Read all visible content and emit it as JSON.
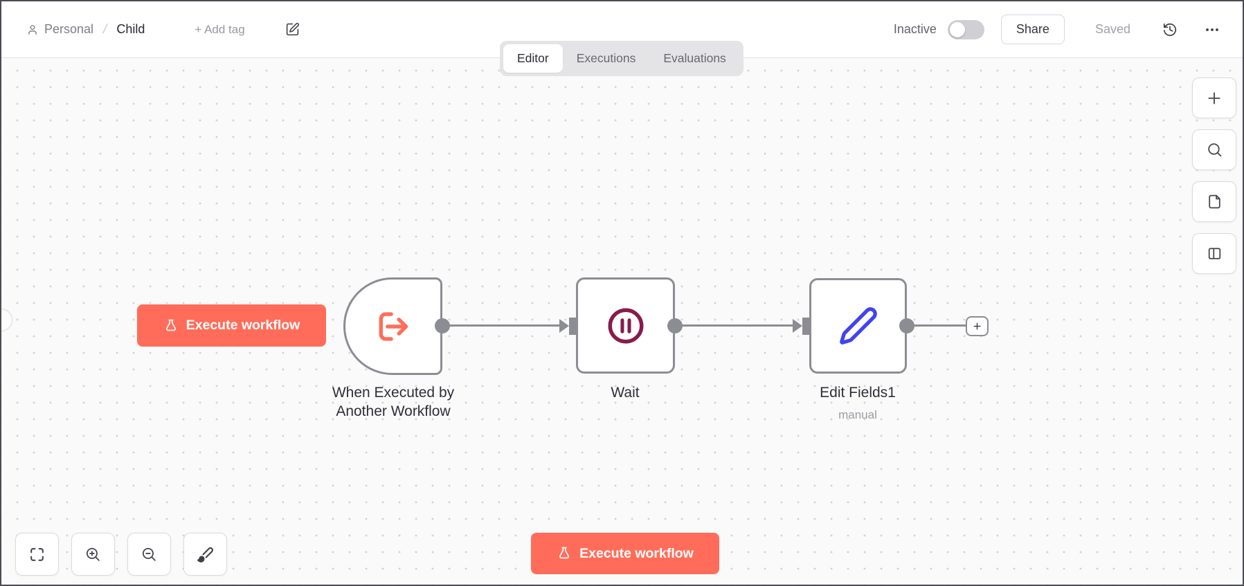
{
  "header": {
    "breadcrumb": {
      "project": "Personal",
      "separator": "/",
      "workflow_name": "Child"
    },
    "add_tag_label": "+ Add tag",
    "activation": {
      "status_label": "Inactive",
      "toggle_state": "off"
    },
    "share_label": "Share",
    "save_status": "Saved"
  },
  "tabs": {
    "items": [
      {
        "label": "Editor",
        "active": true
      },
      {
        "label": "Executions",
        "active": false
      },
      {
        "label": "Evaluations",
        "active": false
      }
    ]
  },
  "canvas": {
    "execute_button_label": "Execute workflow",
    "nodes": [
      {
        "name": "When Executed by Another Workflow",
        "name_line1": "When Executed by",
        "name_line2": "Another Workflow",
        "type": "execute-workflow-trigger",
        "icon": "arrow-out-of-bracket-icon",
        "icon_color": "#ff6d5a",
        "shape": "rounded-left-trigger"
      },
      {
        "name": "Wait",
        "type": "wait",
        "icon": "pause-circle-icon",
        "icon_color": "#871c4c",
        "shape": "square"
      },
      {
        "name": "Edit Fields1",
        "subtitle": "manual",
        "type": "set",
        "icon": "pencil-icon",
        "icon_color": "#4243ee",
        "shape": "square"
      }
    ],
    "connections": [
      {
        "from": "When Executed by Another Workflow",
        "to": "Wait"
      },
      {
        "from": "Wait",
        "to": "Edit Fields1"
      },
      {
        "from": "Edit Fields1",
        "to": "add-node-plus-button"
      }
    ]
  },
  "footer": {
    "execute_button_label": "Execute workflow"
  },
  "icons": {
    "header_left": [
      "user-icon",
      "edit-note-icon"
    ],
    "header_right": [
      "history-icon",
      "more-options-icon"
    ],
    "right_toolbar": [
      "plus-icon",
      "search-icon",
      "sticky-note-icon",
      "split-panel-icon"
    ],
    "bottom_toolbar": [
      "fit-view-icon",
      "zoom-in-icon",
      "zoom-out-icon",
      "tidy-up-brush-icon"
    ],
    "buttons": [
      "flask-icon"
    ]
  },
  "colors": {
    "accent": "#ff6d5a",
    "node_border": "#8c8c93",
    "connector": "#8c8c93",
    "wait_icon": "#871c4c",
    "set_icon": "#4243ee",
    "canvas_bg": "#fafafa",
    "tab_bar_bg": "#e4e4e6"
  }
}
